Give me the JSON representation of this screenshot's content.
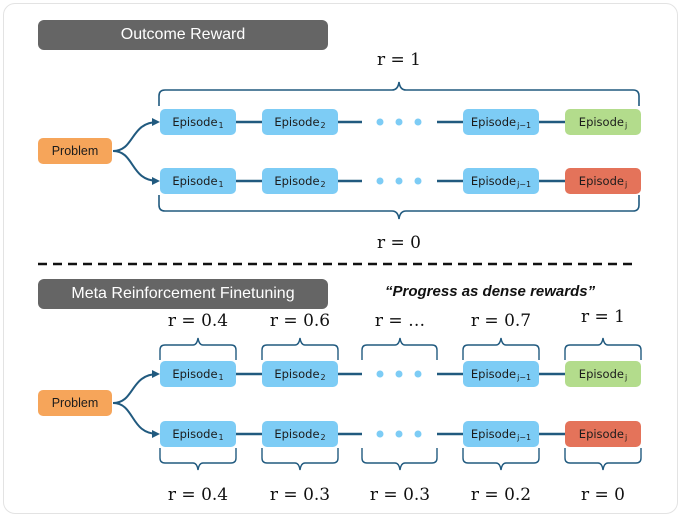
{
  "top": {
    "title": "Outcome Reward",
    "problem_label": "Problem",
    "reward_top": "r = 1",
    "reward_bottom": "r = 0"
  },
  "bottom": {
    "title": "Meta Reinforcement Finetuning",
    "tagline": "“Progress as dense rewards”",
    "problem_label": "Problem",
    "rewards_top": [
      "r = 0.4",
      "r = 0.6",
      "r = …",
      "r = 0.7",
      "r = 1"
    ],
    "rewards_bottom": [
      "r = 0.4",
      "r = 0.3",
      "r = 0.3",
      "r = 0.2",
      "r = 0"
    ]
  },
  "episodes": {
    "ep1": "Episode",
    "ep1_sub": "1",
    "ep2": "Episode",
    "ep2_sub": "2",
    "epj1": "Episode",
    "epj1_sub": "j−1",
    "epj": "Episode",
    "epj_sub": "j"
  },
  "colors": {
    "episode": "#7dccf5",
    "success": "#b3dc8c",
    "failure": "#e4735a",
    "problem": "#f6a55a",
    "connector": "#215a7f",
    "title_bg": "#656565"
  }
}
